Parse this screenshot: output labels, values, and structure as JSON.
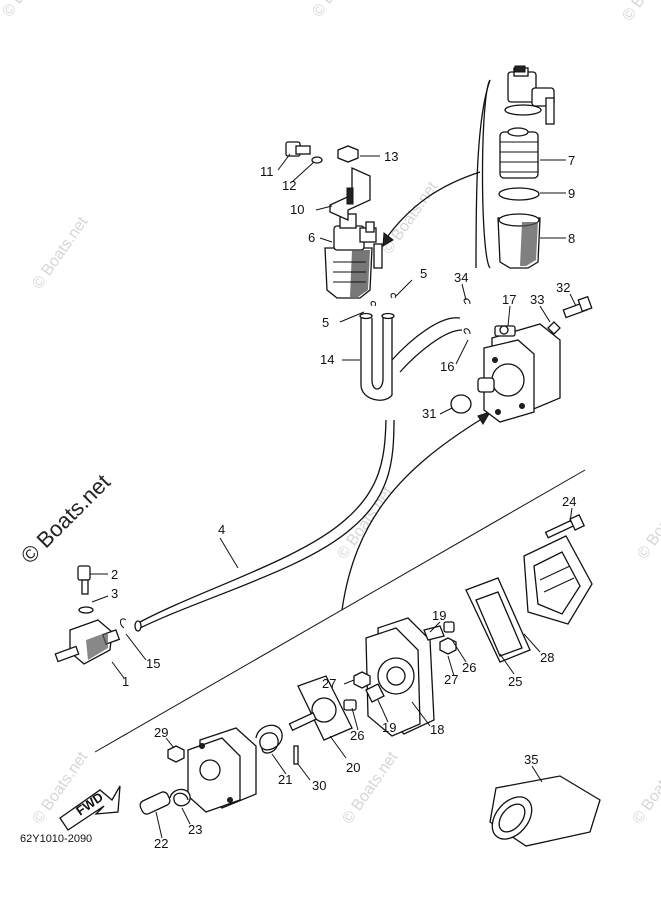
{
  "diagram": {
    "code": "62Y1010-2090",
    "watermark": "© Boats.net",
    "watermark_large": "© Boats.net",
    "fwd_label": "FWD",
    "callouts": [
      {
        "id": "c1",
        "label": "1"
      },
      {
        "id": "c2",
        "label": "2"
      },
      {
        "id": "c3",
        "label": "3"
      },
      {
        "id": "c4",
        "label": "4"
      },
      {
        "id": "c5a",
        "label": "5"
      },
      {
        "id": "c5b",
        "label": "5"
      },
      {
        "id": "c6",
        "label": "6"
      },
      {
        "id": "c7",
        "label": "7"
      },
      {
        "id": "c8",
        "label": "8"
      },
      {
        "id": "c9",
        "label": "9"
      },
      {
        "id": "c10",
        "label": "10"
      },
      {
        "id": "c11",
        "label": "11"
      },
      {
        "id": "c12",
        "label": "12"
      },
      {
        "id": "c13",
        "label": "13"
      },
      {
        "id": "c14",
        "label": "14"
      },
      {
        "id": "c15",
        "label": "15"
      },
      {
        "id": "c16",
        "label": "16"
      },
      {
        "id": "c17",
        "label": "17"
      },
      {
        "id": "c18",
        "label": "18"
      },
      {
        "id": "c19a",
        "label": "19"
      },
      {
        "id": "c19b",
        "label": "19"
      },
      {
        "id": "c20",
        "label": "20"
      },
      {
        "id": "c21",
        "label": "21"
      },
      {
        "id": "c22",
        "label": "22"
      },
      {
        "id": "c23",
        "label": "23"
      },
      {
        "id": "c24",
        "label": "24"
      },
      {
        "id": "c25",
        "label": "25"
      },
      {
        "id": "c26a",
        "label": "26"
      },
      {
        "id": "c26b",
        "label": "26"
      },
      {
        "id": "c27a",
        "label": "27"
      },
      {
        "id": "c27b",
        "label": "27"
      },
      {
        "id": "c28",
        "label": "28"
      },
      {
        "id": "c29",
        "label": "29"
      },
      {
        "id": "c30",
        "label": "30"
      },
      {
        "id": "c31",
        "label": "31"
      },
      {
        "id": "c32",
        "label": "32"
      },
      {
        "id": "c33",
        "label": "33"
      },
      {
        "id": "c34",
        "label": "34"
      },
      {
        "id": "c35",
        "label": "35"
      }
    ]
  }
}
